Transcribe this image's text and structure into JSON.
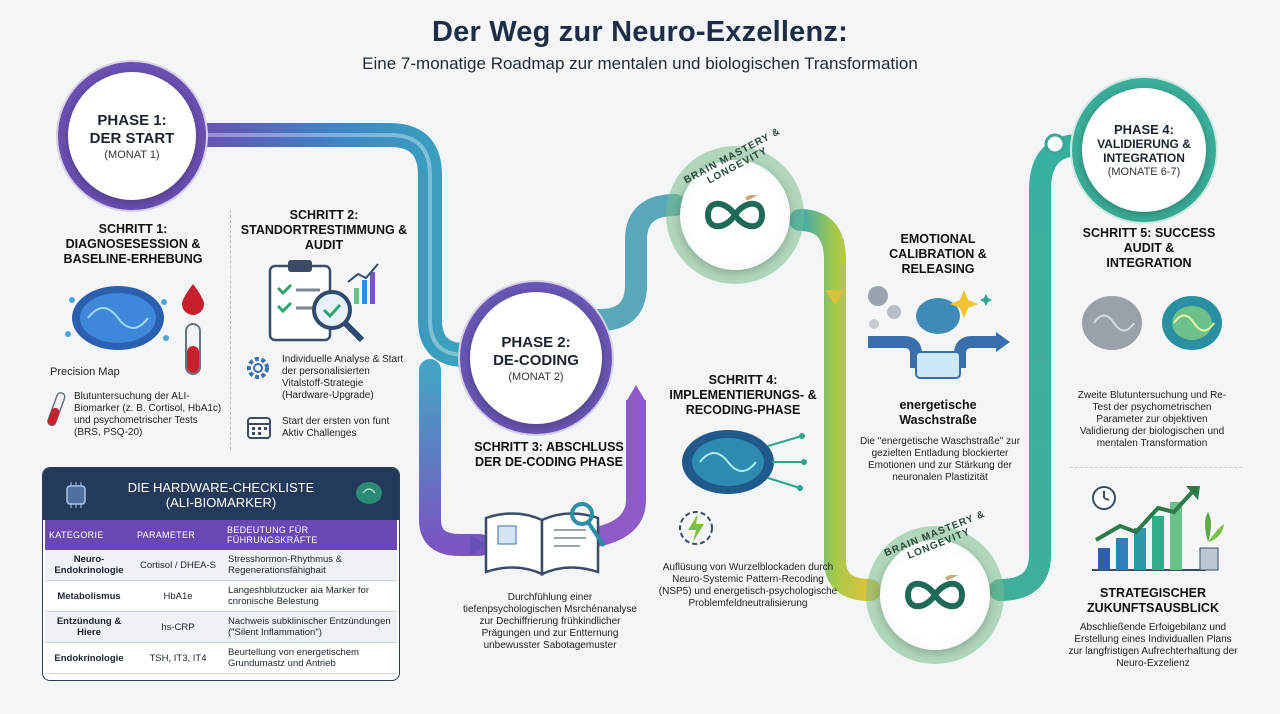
{
  "header": {
    "title": "Der Weg zur Neuro-Exzellenz:",
    "subtitle": "Eine 7-monatige Roadmap zur mentalen und biologischen Transformation"
  },
  "phases": [
    {
      "title_1": "PHASE 1:",
      "title_2": "DER START",
      "sub": "(MONAT 1)"
    },
    {
      "title_1": "PHASE 2:",
      "title_2": "DE-CODING",
      "sub": "(MONAT 2)"
    },
    {
      "title_1": "PHASE 4:",
      "title_2": "VALIDIERUNG & INTEGRATION",
      "sub": "(MONATE 6-7)"
    }
  ],
  "logo": {
    "ring_text": "BRAIN MASTERY & LONGEVITY"
  },
  "step1": {
    "title": "SCHRITT 1: DIAGNOSESESSION & BASELINE-ERHEBUNG",
    "precision_map": "Precision Map",
    "blood_text": "Blutuntersuchung der ALI-Biomarker (z. B. Cortisol, HbA1c) und psychometrischer Tests (BRS, PSQ-20)"
  },
  "step2": {
    "title": "SCHRITT 2: STANDORTRESTIMMUNG & AUDIT",
    "item1": "Individuelle Analyse & Start der personalisierten Vitalstoff-Strategie (Hardware-Upgrade)",
    "item2": "Start der ersten von funt Aktiv Challenges"
  },
  "step3": {
    "title": "SCHRITT 3: ABSCHLUSS DER DE-CODING PHASE",
    "text": "Durchfühlung einer tiefenpsychologischen Msrchénanalyse zur Dechiffrierung frühkindlicher Prägungen und zur Entternung unbewusster Sabotagemuster"
  },
  "step4": {
    "title": "SCHRITT 4: IMPLEMENTIERUNGS- & RECODING-PHASE",
    "text": "Auflüsung von Wurzelblockaden durch Neuro-Systemic Pattern-Recoding (NSP5) und energetisch-psychologische Problemfeldneutralisierung"
  },
  "emotional": {
    "title": "EMOTIONAL CALIBRATION & RELEASING",
    "sub": "energetische Waschstraße",
    "text": "Die \"energetische Waschstraße\" zur gezielten Entladung blockierter Emotionen und zur Stärkung der neuronalen Plastizität"
  },
  "step5": {
    "title": "SCHRITT 5: SUCCESS AUDIT & INTEGRATION",
    "text": "Zweite Blutuntersuchung und Re-Test der psychometrischen Parameter zur objektiven Validierung der biologischen und mentalen Transformation"
  },
  "outlook": {
    "title": "STRATEGISCHER ZUKUNFTSAUSBLICK",
    "text": "Abschließende Erfoigebilanz und Erstellung eines Individuallen Plans zur langfristigen Aufrechterhaltung der Neuro-Exzelienz"
  },
  "checklist": {
    "title_1": "DIE HARDWARE-CHECKLISTE",
    "title_2": "(ALI-BIOMARKER)",
    "headers": [
      "KATEGORIE",
      "PARAMETER",
      "BEDEUTUNG FÜR FÜHRUNGSKRÄFTE"
    ],
    "rows": [
      [
        "Neuro-Endokrinologie",
        "Cortisol / DHEA-S",
        "Stresshormon-Rhythmus & Regenerationsfähighait"
      ],
      [
        "Metabolismus",
        "HbA1e",
        "Langeshblutzucker aia Marker for cnronische Belestung"
      ],
      [
        "Entzündung & Hiere",
        "hs-CRP",
        "Nachweis subklinischer Entzündungen (\"Silent Inflammation\")"
      ],
      [
        "Endokrinologie",
        "TSH, IT3, IT4",
        "Beurtellung von energetischem Grundumastz und Antrieb"
      ]
    ]
  },
  "colors": {
    "navy": "#1d2d48",
    "purple": "#6a48b4",
    "teal": "#2f8f86",
    "green": "#6cc08a"
  }
}
